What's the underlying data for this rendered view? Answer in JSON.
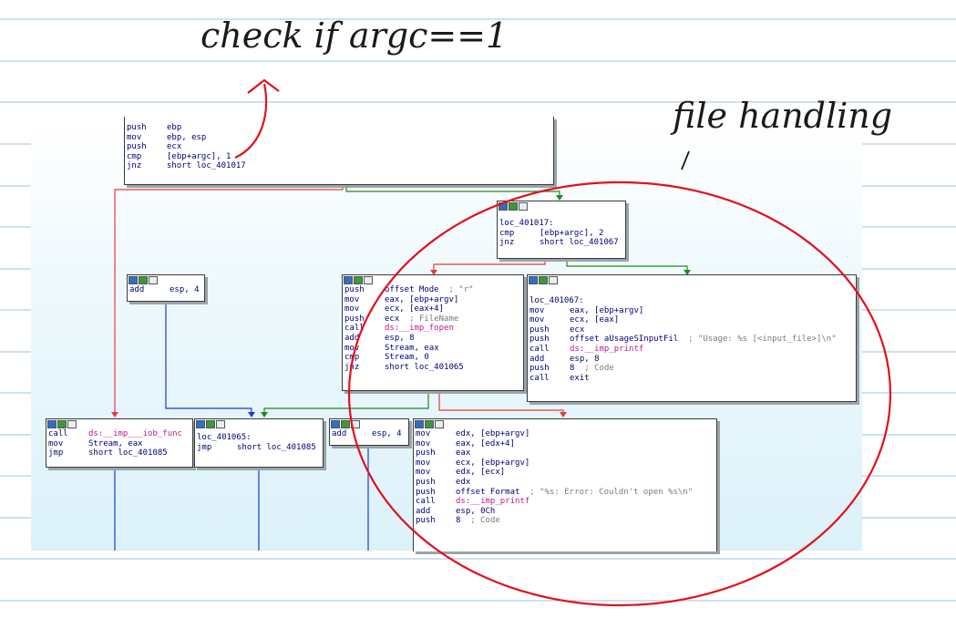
{
  "annotations": {
    "top_note": "check if argc==1",
    "right_note": "file handling"
  },
  "colors": {
    "accent_red": "#e3101a",
    "edge_green": "#1e8a1e",
    "edge_blue": "#1a3bd6",
    "edge_red": "#e83a3a"
  },
  "blocks": {
    "entry": {
      "lines": [
        {
          "m": "push",
          "o": "ebp"
        },
        {
          "m": "mov",
          "o": "ebp, esp"
        },
        {
          "m": "push",
          "o": "ecx"
        },
        {
          "m": "cmp",
          "o": "[ebp+argc], 1"
        },
        {
          "m": "jnz",
          "o": "short loc_401017"
        }
      ]
    },
    "loc_401017": {
      "label": "loc_401017:",
      "lines": [
        {
          "m": "cmp",
          "o": "[ebp+argc], 2"
        },
        {
          "m": "jnz",
          "o": "short loc_401067"
        }
      ]
    },
    "add_esp": {
      "lines": [
        {
          "m": "add",
          "o": "esp, 4"
        }
      ]
    },
    "fopen_block": {
      "lines": [
        {
          "m": "push",
          "o": "offset Mode",
          "c": "; \"r\""
        },
        {
          "m": "mov",
          "o": "eax, [ebp+argv]"
        },
        {
          "m": "mov",
          "o": "ecx, [eax+4]"
        },
        {
          "m": "push",
          "o": "ecx",
          "c": "; FileName"
        },
        {
          "m": "call",
          "o": "ds:__imp_fopen"
        },
        {
          "m": "add",
          "o": "esp, 8"
        },
        {
          "m": "mov",
          "o": "Stream, eax"
        },
        {
          "m": "cmp",
          "o": "Stream, 0"
        },
        {
          "m": "jnz",
          "o": "short loc_401065"
        }
      ]
    },
    "loc_401067": {
      "label": "loc_401067:",
      "lines": [
        {
          "m": "mov",
          "o": "eax, [ebp+argv]"
        },
        {
          "m": "mov",
          "o": "ecx, [eax]"
        },
        {
          "m": "push",
          "o": "ecx"
        },
        {
          "m": "push",
          "o": "offset aUsageSInputFil",
          "c": "; \"Usage: %s [<input_file>]\\n\""
        },
        {
          "m": "call",
          "o": "ds:__imp_printf"
        },
        {
          "m": "add",
          "o": "esp, 8"
        },
        {
          "m": "push",
          "o": "8",
          "c": "; Code"
        },
        {
          "m": "call",
          "o": "exit"
        }
      ]
    },
    "iob_block": {
      "lines": [
        {
          "m": "call",
          "o": "ds:__imp___iob_func"
        },
        {
          "m": "mov",
          "o": "Stream, eax"
        },
        {
          "m": "jmp",
          "o": "short loc_401085"
        }
      ]
    },
    "loc_401065": {
      "label": "loc_401065:",
      "lines": [
        {
          "m": "jmp",
          "o": "short loc_401085"
        }
      ]
    },
    "add_esp2": {
      "lines": [
        {
          "m": "add",
          "o": "esp, 4"
        }
      ]
    },
    "error_block": {
      "lines": [
        {
          "m": "mov",
          "o": "edx, [ebp+argv]"
        },
        {
          "m": "mov",
          "o": "eax, [edx+4]"
        },
        {
          "m": "push",
          "o": "eax"
        },
        {
          "m": "mov",
          "o": "ecx, [ebp+argv]"
        },
        {
          "m": "mov",
          "o": "edx, [ecx]"
        },
        {
          "m": "push",
          "o": "edx"
        },
        {
          "m": "push",
          "o": "offset Format",
          "c": "; \"%s: Error: Couldn't open %s\\n\""
        },
        {
          "m": "call",
          "o": "ds:__imp_printf"
        },
        {
          "m": "add",
          "o": "esp, 0Ch"
        },
        {
          "m": "push",
          "o": "8",
          "c": "; Code"
        }
      ]
    }
  }
}
